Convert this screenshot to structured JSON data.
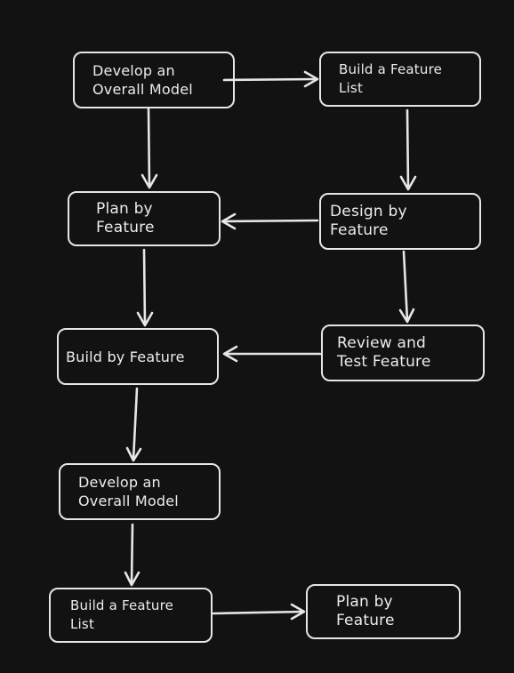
{
  "diagram": {
    "background_color": "#121212",
    "stroke_color": "#e6e6e6",
    "nodes": [
      {
        "id": "n1",
        "lines": [
          "Develop an",
          "Overall Model"
        ]
      },
      {
        "id": "n2",
        "lines": [
          "Build a Feature",
          "List"
        ]
      },
      {
        "id": "n3",
        "lines": [
          "Plan by",
          "Feature"
        ]
      },
      {
        "id": "n4",
        "lines": [
          "Design by",
          "Feature"
        ]
      },
      {
        "id": "n5",
        "lines": [
          "Build by Feature"
        ]
      },
      {
        "id": "n6",
        "lines": [
          "Review and",
          "Test Feature"
        ]
      },
      {
        "id": "n7",
        "lines": [
          "Develop an",
          "Overall Model"
        ]
      },
      {
        "id": "n8",
        "lines": [
          "Build a Feature",
          "List"
        ]
      },
      {
        "id": "n9",
        "lines": [
          "Plan by",
          "Feature"
        ]
      }
    ],
    "edges": [
      {
        "from": "n1",
        "to": "n2"
      },
      {
        "from": "n1",
        "to": "n3"
      },
      {
        "from": "n2",
        "to": "n4"
      },
      {
        "from": "n4",
        "to": "n3"
      },
      {
        "from": "n3",
        "to": "n5"
      },
      {
        "from": "n4",
        "to": "n6"
      },
      {
        "from": "n6",
        "to": "n5"
      },
      {
        "from": "n5",
        "to": "n7"
      },
      {
        "from": "n7",
        "to": "n8"
      },
      {
        "from": "n8",
        "to": "n9"
      }
    ]
  }
}
